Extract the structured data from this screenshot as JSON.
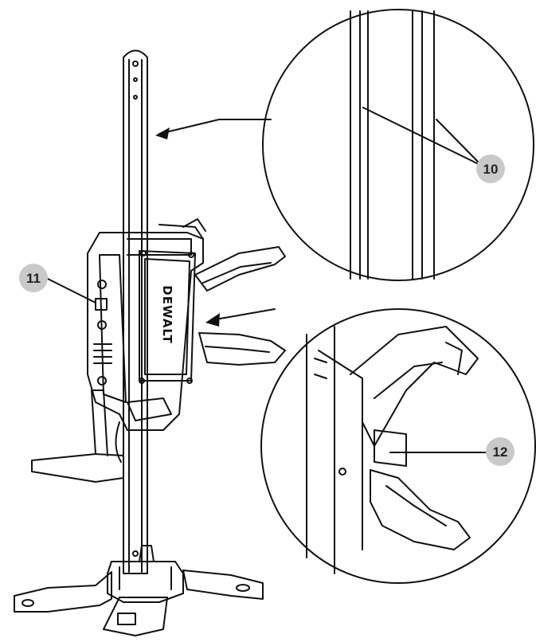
{
  "callouts": [
    {
      "id": "10",
      "label": "10"
    },
    {
      "id": "11",
      "label": "11"
    },
    {
      "id": "12",
      "label": "12"
    }
  ],
  "brand": {
    "logo_text": "DEWALT"
  },
  "colors": {
    "line": "#111111",
    "callout_fill": "#c9c9c9",
    "background": "#ffffff"
  }
}
